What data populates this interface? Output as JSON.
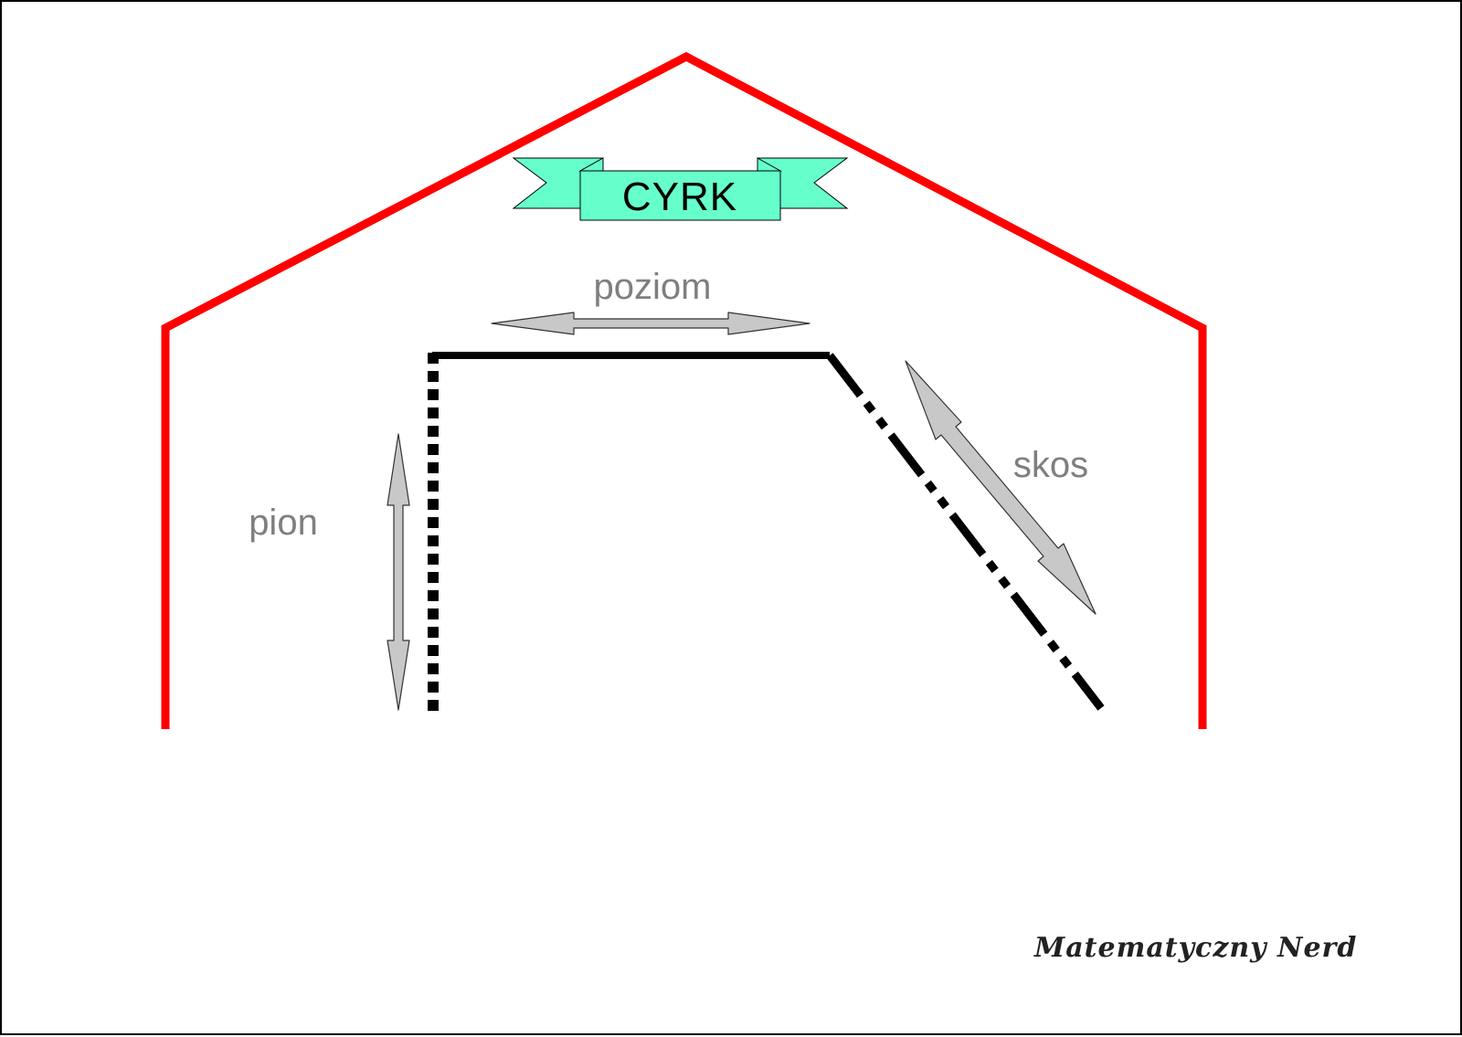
{
  "banner": {
    "text": "CYRK"
  },
  "labels": {
    "horizontal": "poziom",
    "vertical": "pion",
    "slant": "skos"
  },
  "signature": "Matematyczny Nerd",
  "colors": {
    "tent": "#ff0000",
    "banner_fill": "#66ffcc",
    "arrow_fill": "#c8c8c8",
    "label_text": "#7f7f7f",
    "rope": "#000000"
  }
}
